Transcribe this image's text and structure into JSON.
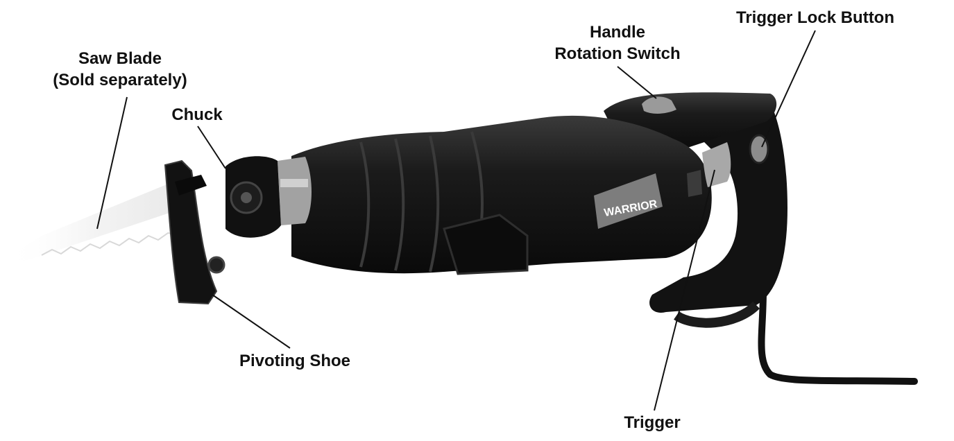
{
  "labels": {
    "saw_blade_line1": "Saw Blade",
    "saw_blade_line2": "(Sold separately)",
    "chuck": "Chuck",
    "handle_rotation_line1": "Handle",
    "handle_rotation_line2": "Rotation Switch",
    "trigger_lock": "Trigger Lock Button",
    "pivoting_shoe": "Pivoting Shoe",
    "trigger": "Trigger"
  },
  "tool": {
    "brand": "WARRIOR"
  },
  "colors": {
    "body": "#141414",
    "body_mid": "#2a2a2a",
    "highlight": "#555555",
    "accent_gray": "#9a9a9a",
    "blade": "#eeeeee",
    "leader": "#111111"
  }
}
